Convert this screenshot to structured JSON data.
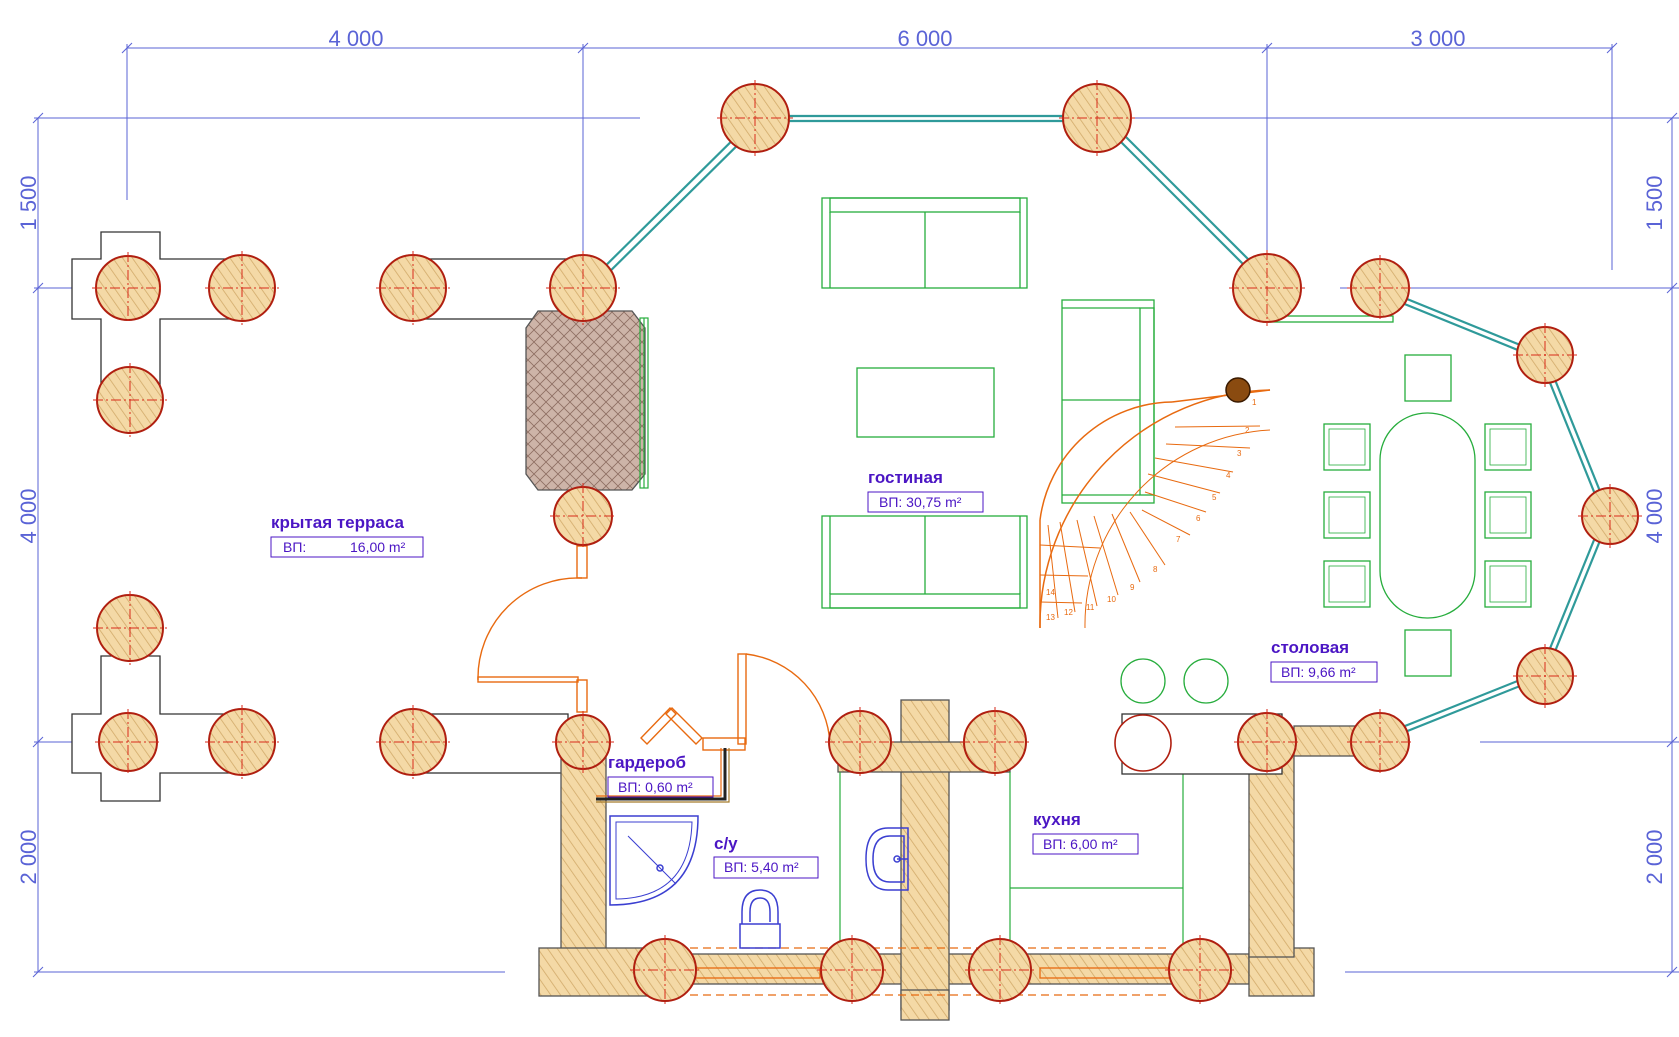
{
  "dimensions": {
    "top": [
      "4 000",
      "6 000",
      "3 000"
    ],
    "left": [
      "1 500",
      "4 000",
      "2 000"
    ],
    "right": [
      "1 500",
      "4 000",
      "2 000"
    ]
  },
  "rooms": [
    {
      "name": "крытая терраса",
      "area_label": "ВП:",
      "area_value": "16,00 m²"
    },
    {
      "name": "гостиная",
      "area": "ВП: 30,75 m²"
    },
    {
      "name": "столовая",
      "area": "ВП: 9,66 m²"
    },
    {
      "name": "гардероб",
      "area": "ВП: 0,60 m²"
    },
    {
      "name": "с/у",
      "area": "ВП: 5,40 m²"
    },
    {
      "name": "кухня",
      "area": "ВП: 6,00 m²"
    }
  ],
  "stair_step_numbers": [
    "1",
    "2",
    "3",
    "4",
    "5",
    "6",
    "7",
    "8",
    "9",
    "10",
    "11",
    "12",
    "13",
    "14"
  ],
  "colors": {
    "dimension": "#5a63d6",
    "log_fill": "#f4d9a6",
    "log_stroke": "#b01f10",
    "axis_mark": "#d72a1a",
    "furniture": "#27ad3d",
    "door_stair": "#e86a10",
    "plumbing": "#3b3fd1",
    "glazing": "#2f9a9a",
    "label": "#4b16c4",
    "stove": "#a07b6a"
  }
}
